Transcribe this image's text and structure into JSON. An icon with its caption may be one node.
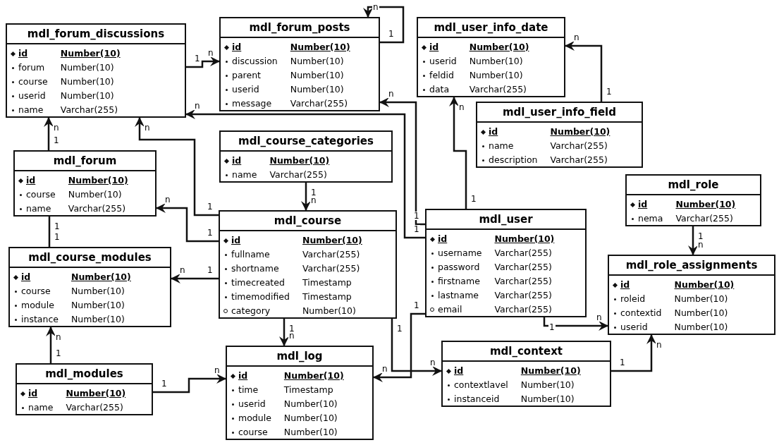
{
  "diagram": {
    "nodes": [
      {
        "text": [
          "mdl_forum_discussions",
          "id",
          "Number(10)",
          "forum",
          "Number(10)",
          "course",
          "Number(10)",
          "userid",
          "Number(10)",
          "name",
          "Varchar(255)"
        ]
      },
      {
        "text": [
          "mdl_forum_posts",
          "id",
          "Number(10)",
          "discussion",
          "Number(10)",
          "parent",
          "Number(10)",
          "userid",
          "Number(10)",
          "message",
          "Varchar(255)"
        ]
      },
      {
        "text": [
          "mdl_user_info_date",
          "id",
          "Number(10)",
          "userid",
          "Number(10)",
          "feldid",
          "Number(10)",
          "data",
          "Varchar(255)"
        ]
      },
      {
        "text": [
          "mdl_course_categories",
          "id",
          "Number(10)",
          "name",
          "Varchar(255)"
        ]
      },
      {
        "text": [
          "mdl_user_info_field",
          "id",
          "Number(10)",
          "name",
          "Varchar(255)",
          "description",
          "Varchar(255)"
        ]
      },
      {
        "text": [
          "mdl_forum",
          "id",
          "Number(10)",
          "course",
          "Number(10)",
          "name",
          "Varchar(255)"
        ]
      },
      {
        "text": [
          "mdl_role",
          "id",
          "Number(10)",
          "nema",
          "Varchar(255)"
        ]
      },
      {
        "text": [
          "mdl_course",
          "id",
          "Number(10)",
          "fullname",
          "Varchar(255)",
          "shortname",
          "Varchar(255)",
          "timecreated",
          "Timestamp",
          "timemodified",
          "Timestamp",
          "category",
          "Number(10)"
        ]
      },
      {
        "text": [
          "mdl_user",
          "id",
          "Number(10)",
          "username",
          "Varchar(255)",
          "password",
          "Varchar(255)",
          "firstname",
          "Varchar(255)",
          "lastname",
          "Varchar(255)",
          "email",
          "Varchar(255)"
        ]
      },
      {
        "text": [
          "mdl_course_modules",
          "id",
          "Number(10)",
          "course",
          "Number(10)",
          "module",
          "Number(10)",
          "instance",
          "Number(10)"
        ]
      },
      {
        "text": [
          "mdl_role_assignments",
          "id",
          "Number(10)",
          "roleid",
          "Number(10)",
          "contextid",
          "Number(10)",
          "userid",
          "Number(10)"
        ]
      },
      {
        "text": [
          "mdl_modules",
          "id",
          "Number(10)",
          "name",
          "Varchar(255)"
        ]
      },
      {
        "text": [
          "mdl_log",
          "id",
          "Number(10)",
          "time",
          "Timestamp",
          "userid",
          "Number(10)",
          "module",
          "Number(10)",
          "course",
          "Number(10)"
        ]
      },
      {
        "text": [
          "mdl_context",
          "id",
          "Number(10)",
          "contextlavel",
          "Number(10)",
          "instanceid",
          "Number(10)"
        ]
      }
    ],
    "edges": [
      {
        "from": 0,
        "to": 1,
        "arrow": "to"
      },
      {
        "from": 1,
        "to": 1,
        "arrow": "to"
      },
      {
        "from": 8,
        "to": 1,
        "arrow": "to"
      },
      {
        "from": 8,
        "to": 2,
        "arrow": "to"
      },
      {
        "from": 4,
        "to": 2,
        "arrow": "to"
      },
      {
        "from": 8,
        "to": 0,
        "arrow": "to"
      },
      {
        "from": 3,
        "to": 7,
        "arrow": "to"
      },
      {
        "from": 5,
        "to": 0,
        "arrow": "to"
      },
      {
        "from": 7,
        "to": 0,
        "arrow": "to"
      },
      {
        "from": 7,
        "to": 5,
        "arrow": "to"
      },
      {
        "from": 7,
        "to": 9,
        "arrow": "to"
      },
      {
        "from": 5,
        "to": 9,
        "arrow": "none"
      },
      {
        "from": 7,
        "to": 12,
        "arrow": "to"
      },
      {
        "from": 11,
        "to": 9,
        "arrow": "to"
      },
      {
        "from": 11,
        "to": 12,
        "arrow": "to"
      },
      {
        "from": 8,
        "to": 12,
        "arrow": "to"
      },
      {
        "from": 7,
        "to": 13,
        "arrow": "to"
      },
      {
        "from": 8,
        "to": 10,
        "arrow": "to"
      },
      {
        "from": 6,
        "to": 10,
        "arrow": "to"
      },
      {
        "from": 13,
        "to": 10,
        "arrow": "to"
      }
    ],
    "labels": [
      "1",
      "n",
      "1",
      "n",
      "1",
      "n",
      "1",
      "n",
      "1",
      "n",
      "1",
      "n",
      "1",
      "n",
      "1",
      "n",
      "1",
      "n",
      "1",
      "n",
      "1",
      "n",
      "1",
      "1",
      "1",
      "n",
      "1",
      "n",
      "1",
      "n",
      "1",
      "n",
      "1",
      "n",
      "1",
      "n",
      "1",
      "n",
      "1",
      "n"
    ]
  }
}
